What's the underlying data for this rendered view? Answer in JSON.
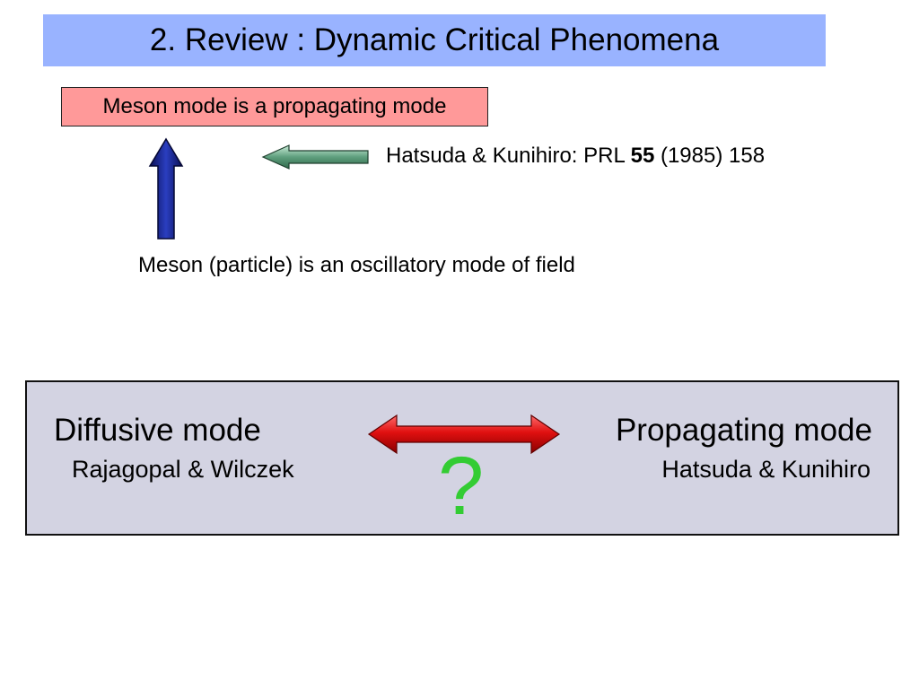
{
  "slide": {
    "title": "2. Review : Dynamic Critical Phenomena",
    "highlight_box": "Meson mode is a propagating mode",
    "reference": {
      "prefix": "Hatsuda & Kunihiro: PRL ",
      "volume": "55",
      "suffix": " (1985) 158"
    },
    "meson_statement": "Meson (particle) is an oscillatory mode of field",
    "comparison": {
      "left_label": "Diffusive mode",
      "left_ref": "Rajagopal & Wilczek",
      "right_label": "Propagating mode",
      "right_ref": "Hatsuda & Kunihiro",
      "question_mark": "?"
    }
  },
  "icons": {
    "up_arrow": "up-arrow-icon",
    "left_arrow": "left-arrow-icon",
    "double_arrow": "double-arrow-icon"
  },
  "colors": {
    "title_bar": "#99b3ff",
    "highlight_box": "#ff9999",
    "comparison_box": "#d3d3e2",
    "up_arrow": "#1a2a9a",
    "left_arrow": "#66aa88",
    "double_arrow": "#dd1111",
    "question_mark": "#33cc33"
  }
}
